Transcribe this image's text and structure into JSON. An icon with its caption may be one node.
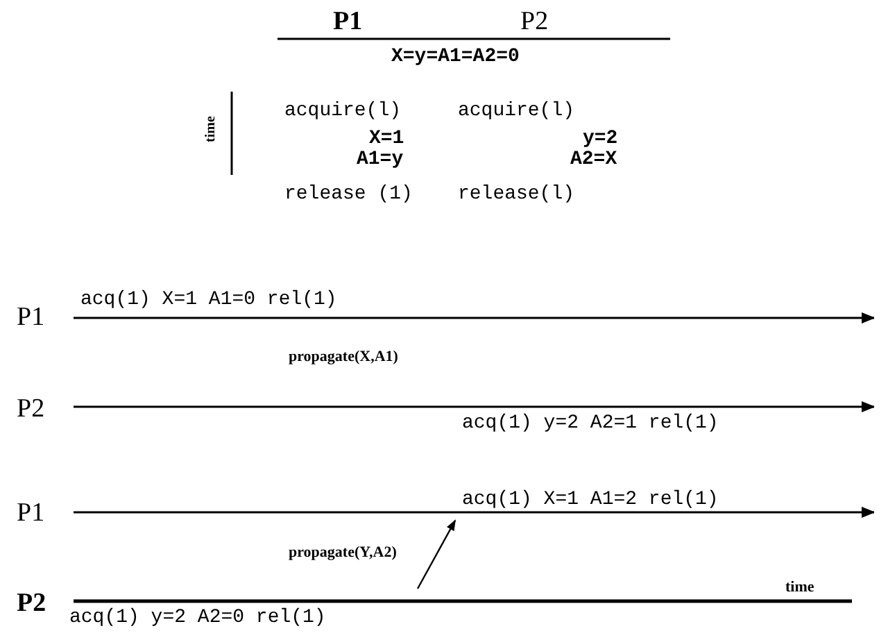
{
  "diagram": {
    "nodes": [
      {
        "text": [
          "P1",
          "acq(1) X=1 A1=0 rel(1)"
        ]
      },
      {
        "text": [
          "P2",
          "acq(1) y=2 A2=1 rel(1)"
        ]
      },
      {
        "text": [
          "P1",
          "acq(1) X=1 A1=2 rel(1)"
        ]
      },
      {
        "text": [
          "P2",
          "acq(1) y=2 A2=0 rel(1)"
        ]
      }
    ],
    "edges": [
      {
        "from": 3,
        "to": 2,
        "arrow": "to",
        "label": "propagate(Y,A2)"
      }
    ],
    "labels": [
      "P1",
      "P2",
      "X=y=A1=A2=0",
      "time",
      "acquire(l)",
      "acquire(l)",
      "X=1",
      "y=2",
      "A1=y",
      "A2=X",
      "release (1)",
      "release(l)",
      "propagate(X,A1)",
      "time"
    ]
  }
}
